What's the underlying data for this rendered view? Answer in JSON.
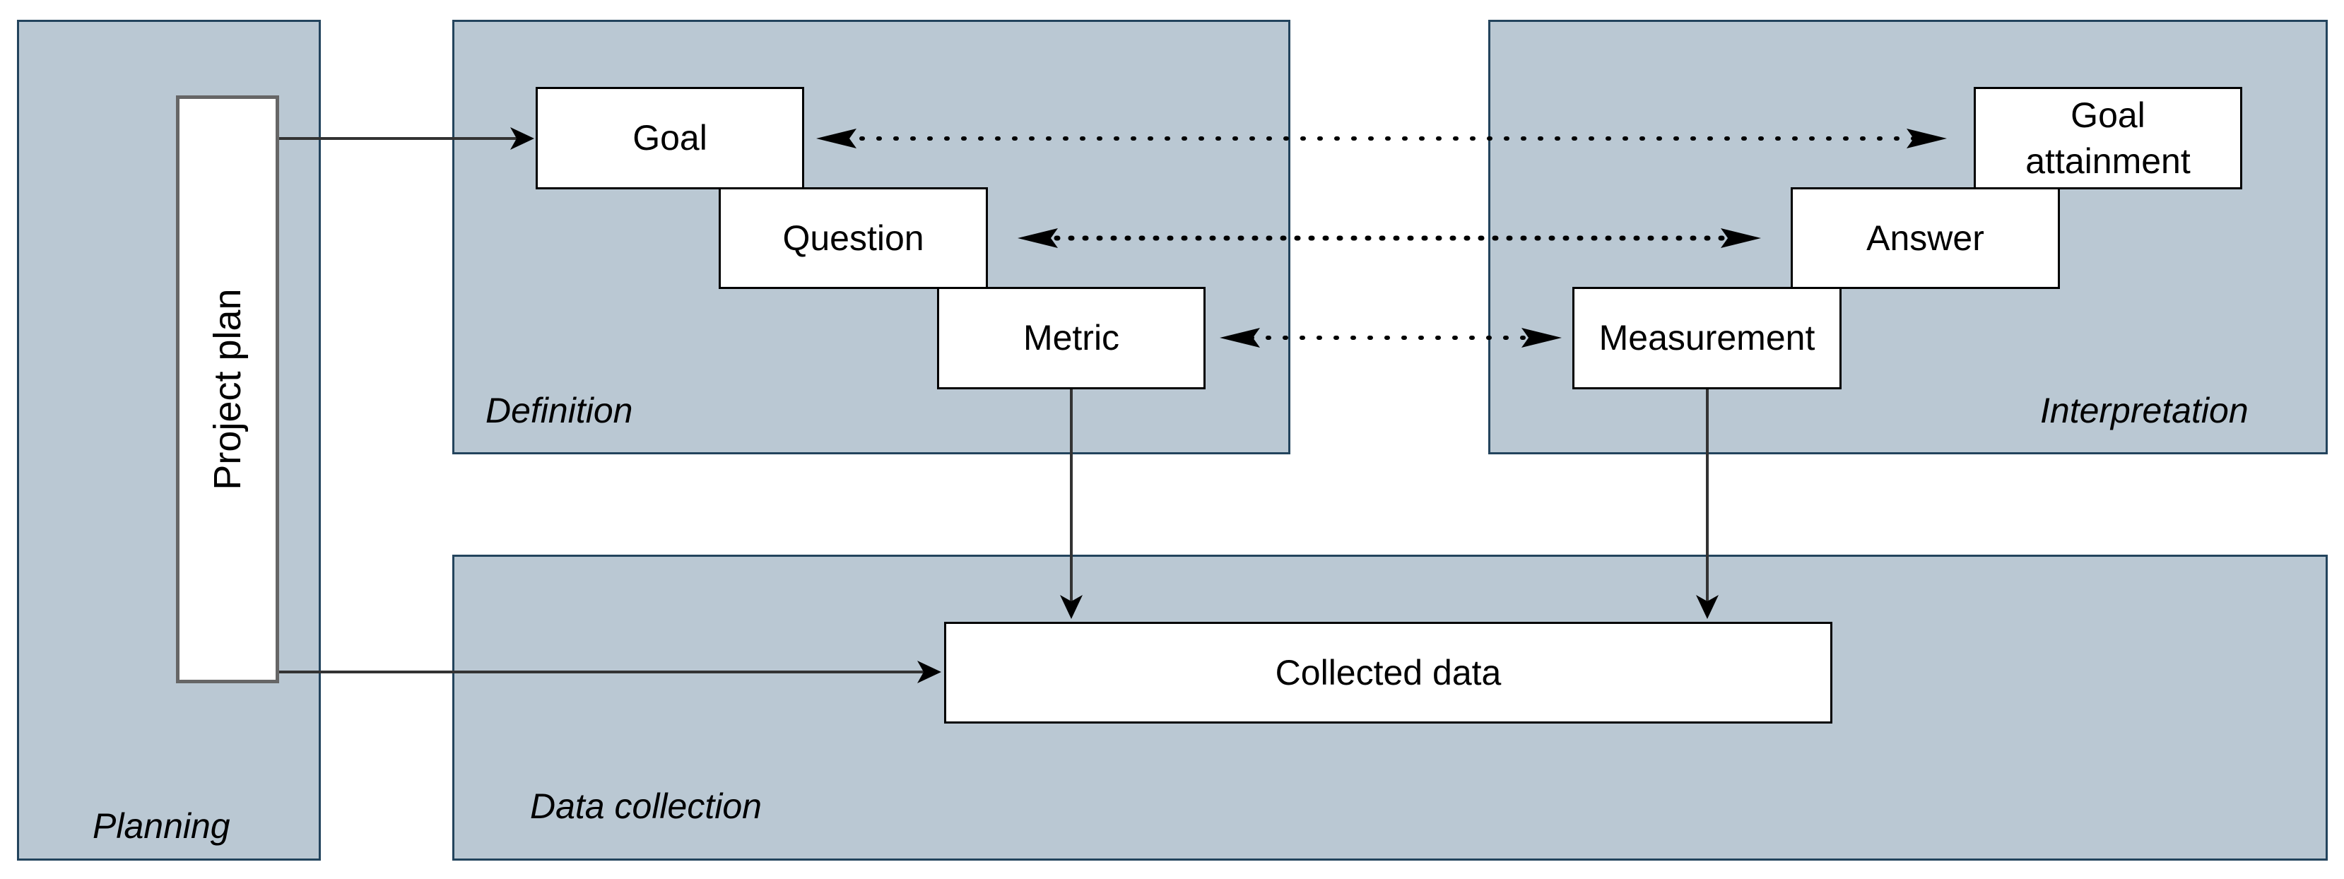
{
  "regions": {
    "planning": "Planning",
    "definition": "Definition",
    "interpretation": "Interpretation",
    "data_collection": "Data collection"
  },
  "nodes": {
    "project_plan": "Project plan",
    "goal": "Goal",
    "question": "Question",
    "metric": "Metric",
    "goal_attainment": "Goal\nattainment",
    "answer": "Answer",
    "measurement": "Measurement",
    "collected_data": "Collected data"
  },
  "colors": {
    "region_fill": "#bac8d3",
    "region_border": "#23445d",
    "node_fill": "#ffffff",
    "connector": "#000000"
  }
}
